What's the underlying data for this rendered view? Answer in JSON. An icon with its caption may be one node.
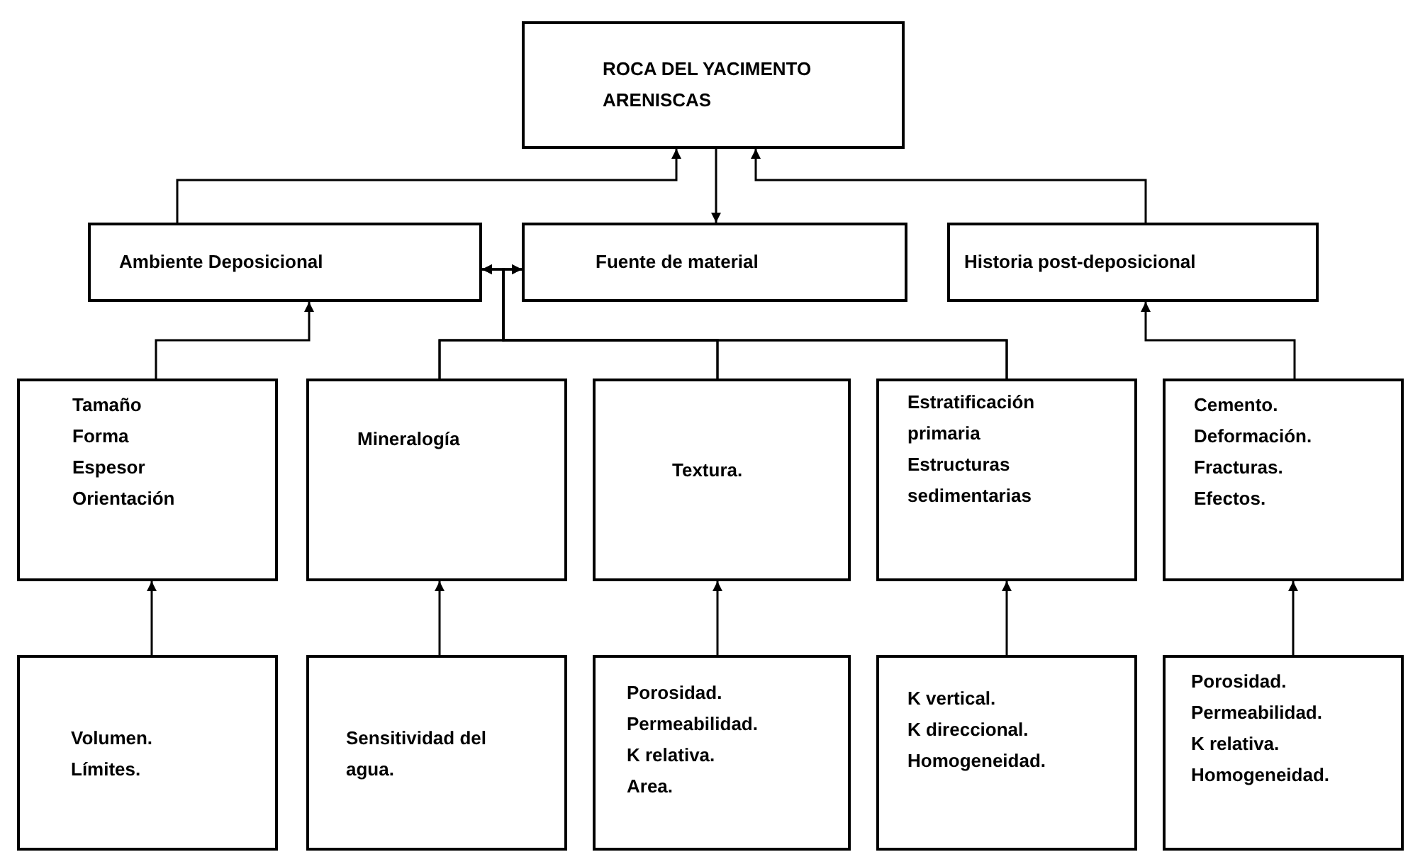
{
  "diagram": {
    "nodes": [
      {
        "text": [
          "ROCA DEL YACIMENTO ARENISCAS"
        ]
      },
      {
        "text": [
          "Ambiente Deposicional"
        ]
      },
      {
        "text": [
          "Fuente de material"
        ]
      },
      {
        "text": [
          "Historia post-deposicional"
        ]
      },
      {
        "text": [
          "Tamaño",
          "Forma",
          "Espesor",
          "Orientación"
        ]
      },
      {
        "text": [
          "Mineralogía"
        ]
      },
      {
        "text": [
          "Textura."
        ]
      },
      {
        "text": [
          "Estratificación primaria",
          "Estructuras sedimentarias"
        ]
      },
      {
        "text": [
          "Cemento.",
          "Deformación.",
          "Fracturas.",
          "Efectos."
        ]
      },
      {
        "text": [
          "Volumen.",
          "Límites."
        ]
      },
      {
        "text": [
          "Sensitividad del agua."
        ]
      },
      {
        "text": [
          "Porosidad.",
          "Permeabilidad.",
          "K relativa.",
          "Area."
        ]
      },
      {
        "text": [
          "K vertical.",
          "K direccional.",
          "Homogeneidad."
        ]
      },
      {
        "text": [
          "Porosidad.",
          "Permeabilidad.",
          "K relativa.",
          "Homogeneidad."
        ]
      }
    ],
    "edges": [
      {
        "from": 1,
        "to": 0,
        "arrow": "to"
      },
      {
        "from": 3,
        "to": 0,
        "arrow": "to"
      },
      {
        "from": 0,
        "to": 2,
        "arrow": "to"
      },
      {
        "from": 4,
        "to": 1,
        "arrow": "to"
      },
      {
        "from": 5,
        "to": 1,
        "arrow": "to"
      },
      {
        "from": 5,
        "to": 2,
        "arrow": "to"
      },
      {
        "from": 6,
        "to": 1,
        "arrow": "to"
      },
      {
        "from": 6,
        "to": 2,
        "arrow": "to"
      },
      {
        "from": 7,
        "to": 1,
        "arrow": "to"
      },
      {
        "from": 7,
        "to": 2,
        "arrow": "to"
      },
      {
        "from": 8,
        "to": 3,
        "arrow": "to"
      },
      {
        "from": 9,
        "to": 4,
        "arrow": "to"
      },
      {
        "from": 10,
        "to": 5,
        "arrow": "to"
      },
      {
        "from": 11,
        "to": 6,
        "arrow": "to"
      },
      {
        "from": 12,
        "to": 7,
        "arrow": "to"
      },
      {
        "from": 13,
        "to": 8,
        "arrow": "to"
      }
    ]
  }
}
